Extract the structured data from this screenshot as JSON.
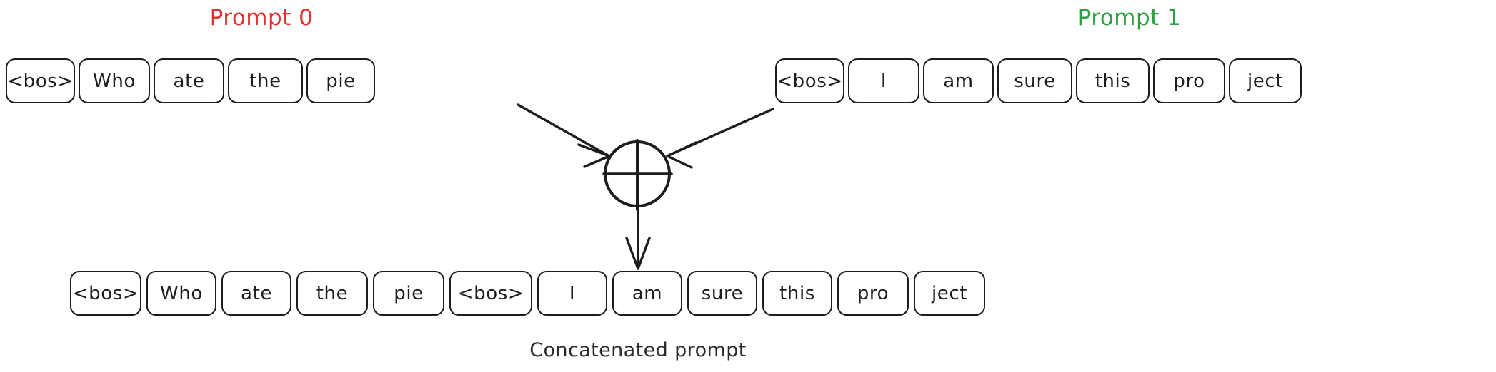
{
  "diagram": {
    "title_visible": false,
    "background_color": "#ffffff",
    "stroke_color": "#1d1d1d",
    "prompt_0": {
      "label": "Prompt 0",
      "label_color": "#e03131",
      "tokens": [
        "<bos>",
        "Who",
        "ate",
        "the",
        "pie"
      ],
      "token_widths": [
        97,
        100,
        99,
        105,
        96
      ]
    },
    "prompt_1": {
      "label": "Prompt 1",
      "label_color": "#2f9e44",
      "tokens": [
        "<bos>",
        "I",
        "am",
        "sure",
        "this",
        "pro",
        "ject"
      ],
      "token_widths": [
        97,
        100,
        99,
        105,
        103,
        101,
        102
      ]
    },
    "operator": {
      "icon_name": "circled-plus-icon",
      "symbol": "⊕",
      "meaning": "concatenate"
    },
    "concatenated": {
      "caption": "Concatenated prompt",
      "tokens": [
        "<bos>",
        "Who",
        "ate",
        "the",
        "pie",
        "<bos>",
        "I",
        "am",
        "sure",
        "this",
        "pro",
        "ject"
      ],
      "token_widths": [
        100,
        98,
        98,
        100,
        100,
        116,
        98,
        98,
        98,
        98,
        100,
        100
      ]
    },
    "arrows": [
      {
        "name": "arrow-prompt-0-to-operator",
        "from": "prompt_0",
        "to": "operator"
      },
      {
        "name": "arrow-prompt-1-to-operator",
        "from": "prompt_1",
        "to": "operator"
      },
      {
        "name": "arrow-operator-to-concatenated",
        "from": "operator",
        "to": "concatenated"
      }
    ]
  }
}
